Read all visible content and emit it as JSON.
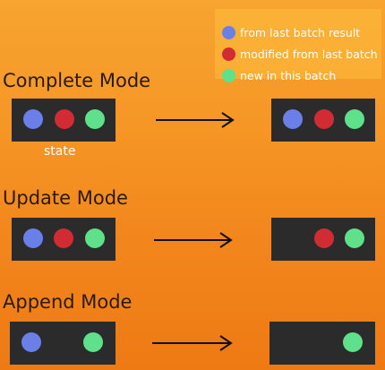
{
  "colors": {
    "blue": "#6b7fe8",
    "red": "#d12c33",
    "green": "#5fe08a",
    "box": "#2b2b2b"
  },
  "legend": {
    "items": [
      {
        "label": "from last batch result",
        "color": "#6b7fe8"
      },
      {
        "label": "modified from last batch",
        "color": "#d12c33"
      },
      {
        "label": "new in this batch",
        "color": "#5fe08a"
      }
    ]
  },
  "modes": [
    {
      "title": "Complete Mode",
      "input": [
        "blue",
        "red",
        "green"
      ],
      "output": [
        "blue",
        "red",
        "green"
      ]
    },
    {
      "title": "Update Mode",
      "input": [
        "blue",
        "red",
        "green"
      ],
      "output": [
        "red",
        "green"
      ]
    },
    {
      "title": "Append Mode",
      "input": [
        "blue",
        "green"
      ],
      "output": [
        "green"
      ]
    }
  ],
  "state_label": "state"
}
